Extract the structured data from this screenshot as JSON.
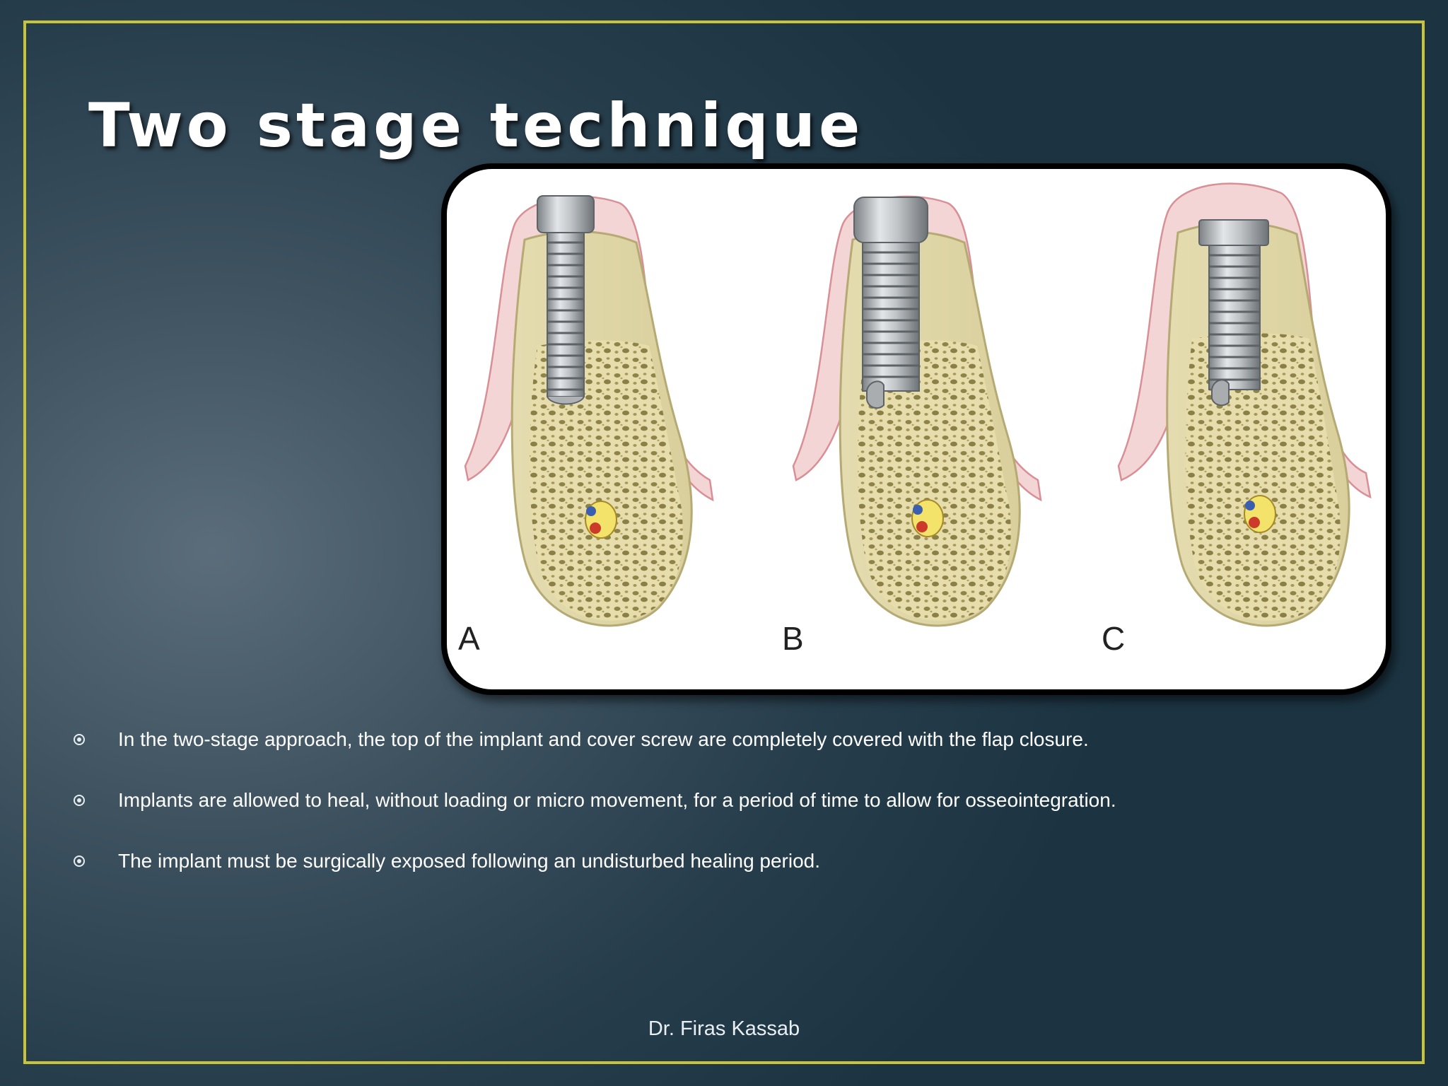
{
  "slide": {
    "title": "Two stage technique",
    "figure": {
      "panels": [
        {
          "label": "A"
        },
        {
          "label": "B"
        },
        {
          "label": "C"
        }
      ]
    },
    "bullets": [
      "In the two-stage approach, the top of the implant and cover screw are completely covered with the flap closure.",
      "Implants are allowed to heal, without loading or micro movement, for a period of time to allow for osseointegration.",
      "The implant must be surgically exposed following an undisturbed healing period."
    ],
    "footer": "Dr. Firas Kassab"
  },
  "colors": {
    "frame_border": "#c7c43c",
    "title": "#ffffff",
    "bone": "#e9e0b4",
    "gingiva": "#f1cccd",
    "implant": "#b4b8bb"
  }
}
